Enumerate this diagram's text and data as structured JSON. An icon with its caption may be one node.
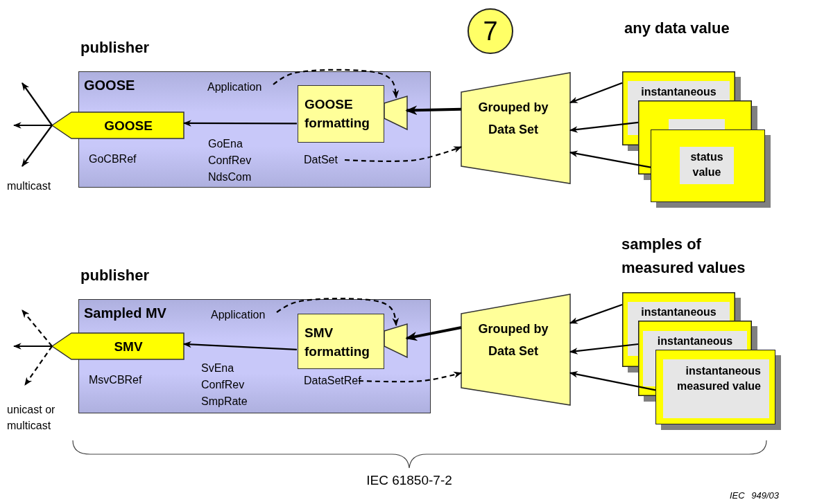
{
  "diagram": {
    "nodes": [
      {
        "text": [
          "publisher",
          "GOOSE"
        ]
      },
      {
        "text": [
          "Application"
        ],
        "in": 0
      },
      {
        "text": [
          "GOOSE"
        ]
      },
      {
        "text": [
          "GOOSE formatting"
        ],
        "in": 0
      },
      {
        "text": [],
        "shape": "trapezoid",
        "in": 0
      },
      {
        "text": [
          "DatSet"
        ],
        "in": 0
      },
      {
        "text": [
          "Grouped by Data Set"
        ]
      },
      {
        "text": [
          "instantaneous"
        ]
      },
      {
        "text": [],
        "shape": "box"
      },
      {
        "text": [
          "status value"
        ]
      },
      {
        "text": [
          "7"
        ]
      },
      {
        "text": [
          "publisher",
          "Sampled MV"
        ]
      },
      {
        "text": [
          "Application"
        ],
        "in": 11
      },
      {
        "text": [
          "SMV"
        ]
      },
      {
        "text": [
          "SMV formatting"
        ],
        "in": 11
      },
      {
        "text": [],
        "shape": "trapezoid",
        "in": 11
      },
      {
        "text": [
          "DataSetRef"
        ],
        "in": 11
      },
      {
        "text": [
          "Grouped by Data Set"
        ]
      },
      {
        "text": [
          "instantaneous"
        ]
      },
      {
        "text": [
          "instantaneous"
        ]
      },
      {
        "text": [
          "instantaneous measured value"
        ]
      }
    ],
    "edges": [
      {
        "from": 3,
        "to": 2,
        "arrow": "to"
      },
      {
        "from": 1,
        "to": 4,
        "arrow": "to",
        "style": "dashed"
      },
      {
        "from": 6,
        "to": 4,
        "arrow": "to",
        "style": "thick"
      },
      {
        "from": 5,
        "to": 6,
        "arrow": "to",
        "style": "dashed"
      },
      {
        "from": 7,
        "to": 6,
        "arrow": "to"
      },
      {
        "from": 8,
        "to": 6,
        "arrow": "to"
      },
      {
        "from": 9,
        "to": 6,
        "arrow": "to"
      },
      {
        "from": 2,
        "to": null,
        "arrow": "to"
      },
      {
        "from": 2,
        "to": null,
        "arrow": "to"
      },
      {
        "from": 2,
        "to": null,
        "arrow": "to"
      },
      {
        "from": 14,
        "to": 13,
        "arrow": "to"
      },
      {
        "from": 12,
        "to": 15,
        "arrow": "to",
        "style": "dashed"
      },
      {
        "from": 17,
        "to": 15,
        "arrow": "to",
        "style": "thick"
      },
      {
        "from": 16,
        "to": 17,
        "arrow": "to",
        "style": "dashed"
      },
      {
        "from": 18,
        "to": 17,
        "arrow": "to"
      },
      {
        "from": 19,
        "to": 17,
        "arrow": "to"
      },
      {
        "from": 20,
        "to": 17,
        "arrow": "to"
      },
      {
        "from": 13,
        "to": null,
        "arrow": "to",
        "style": "dashed"
      },
      {
        "from": 13,
        "to": null,
        "arrow": "to"
      },
      {
        "from": 13,
        "to": null,
        "arrow": "to",
        "style": "dashed"
      }
    ],
    "labels": [
      "any data value",
      "GoCBRef",
      "GoEna ConfRev NdsCom",
      "multicast",
      "samples of measured values",
      "MsvCBRef",
      "SvEna ConfRev SmpRate",
      "unicast or multicast",
      "IEC 61850-7-2",
      "IEC 949/03"
    ]
  }
}
